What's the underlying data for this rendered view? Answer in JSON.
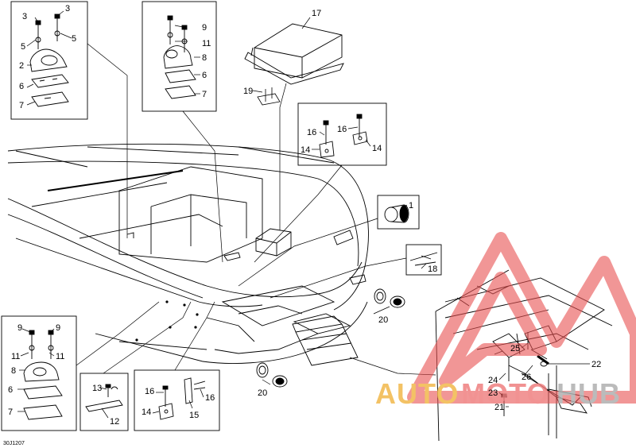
{
  "diagram": {
    "drawing_code": "30J1207",
    "callouts": {
      "c1": "1",
      "c2": "2",
      "c3a": "3",
      "c3b": "3",
      "c5a": "5",
      "c5b": "5",
      "c6a": "6",
      "c7a": "7",
      "c9a": "9",
      "c11a": "11",
      "c8a": "8",
      "c6b": "6",
      "c7b": "7",
      "c17": "17",
      "c19": "19",
      "c16a": "16",
      "c16b": "16",
      "c14a": "14",
      "c14b": "14",
      "c18": "18",
      "c20a": "20",
      "c20b": "20",
      "c9b": "9",
      "c9c": "9",
      "c11b": "11",
      "c11c": "11",
      "c8b": "8",
      "c6c": "6",
      "c7c": "7",
      "c13": "13",
      "c12": "12",
      "c16c": "16",
      "c16d": "16",
      "c14c": "14",
      "c15": "15",
      "c25": "25",
      "c22": "22",
      "c26": "26",
      "c24": "24",
      "c23": "23",
      "c21": "21"
    }
  },
  "watermark": {
    "part1": "AUTO",
    "part2": "MOTO",
    "part3": "HUB",
    "color1": "#f2b84b",
    "color2": "#ef7f7f",
    "color3": "#b0b0b0",
    "triangle_color": "#e85050"
  }
}
